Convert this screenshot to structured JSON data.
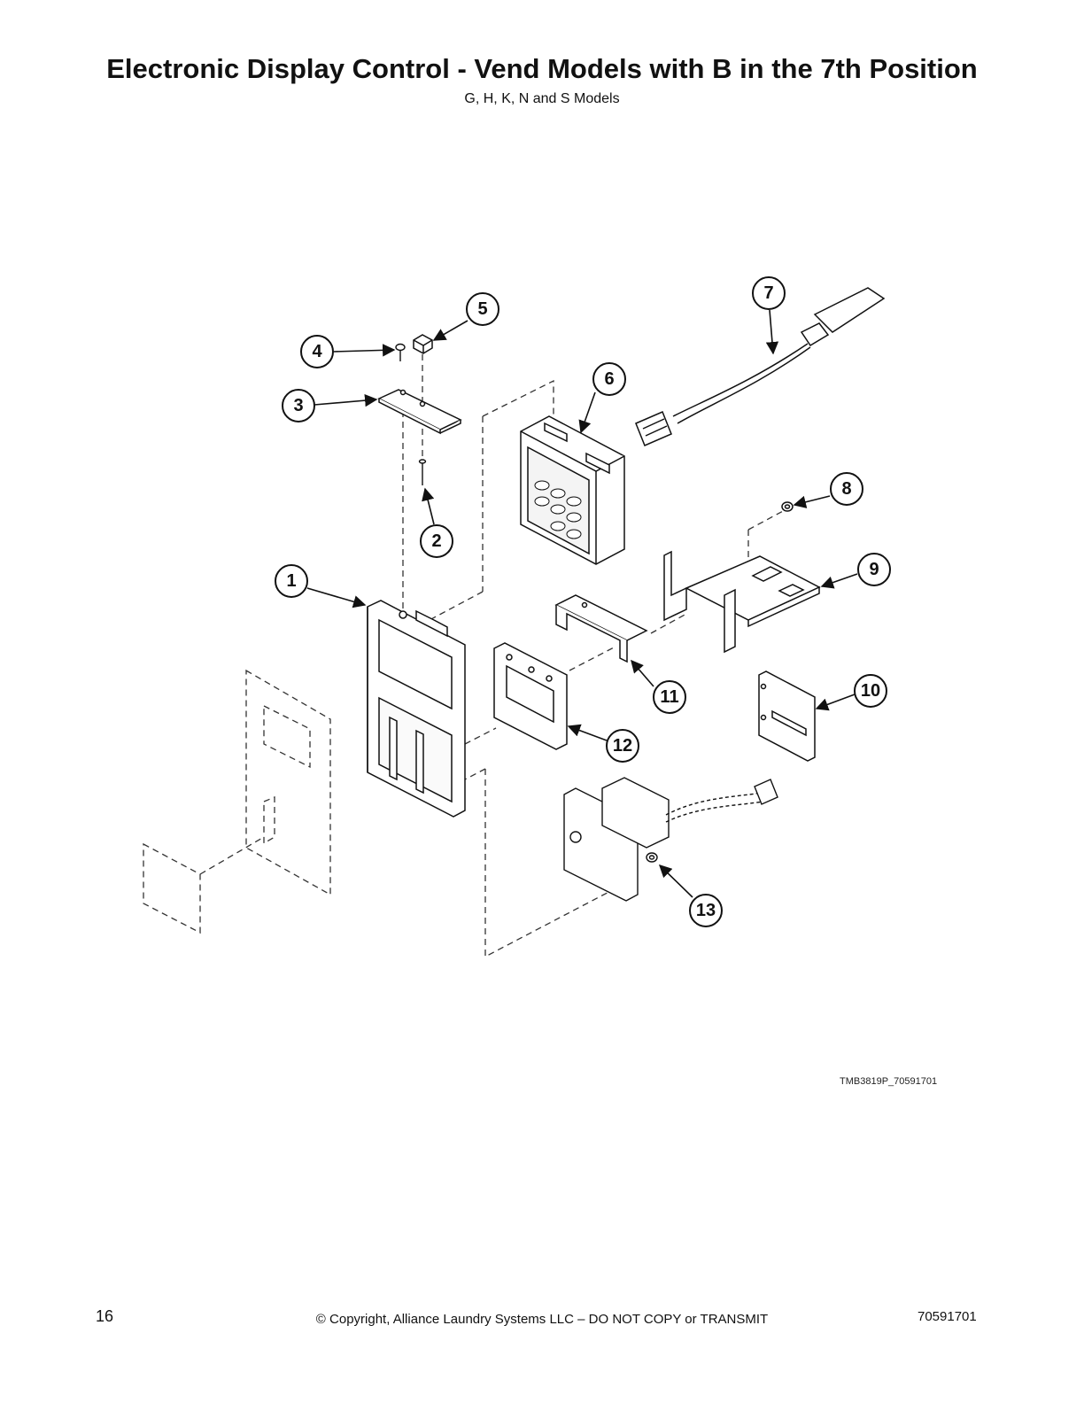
{
  "header": {
    "title": "Electronic Display Control - Vend Models with B in the 7th Position",
    "subtitle": "G, H, K, N and S Models"
  },
  "diagram": {
    "figure_id": "TMB3819P_70591701",
    "callouts": [
      "1",
      "2",
      "3",
      "4",
      "5",
      "6",
      "7",
      "8",
      "9",
      "10",
      "11",
      "12",
      "13"
    ]
  },
  "footer": {
    "page_number": "16",
    "copyright": "© Copyright, Alliance Laundry Systems LLC – DO NOT COPY or TRANSMIT",
    "doc_number": "70591701"
  }
}
